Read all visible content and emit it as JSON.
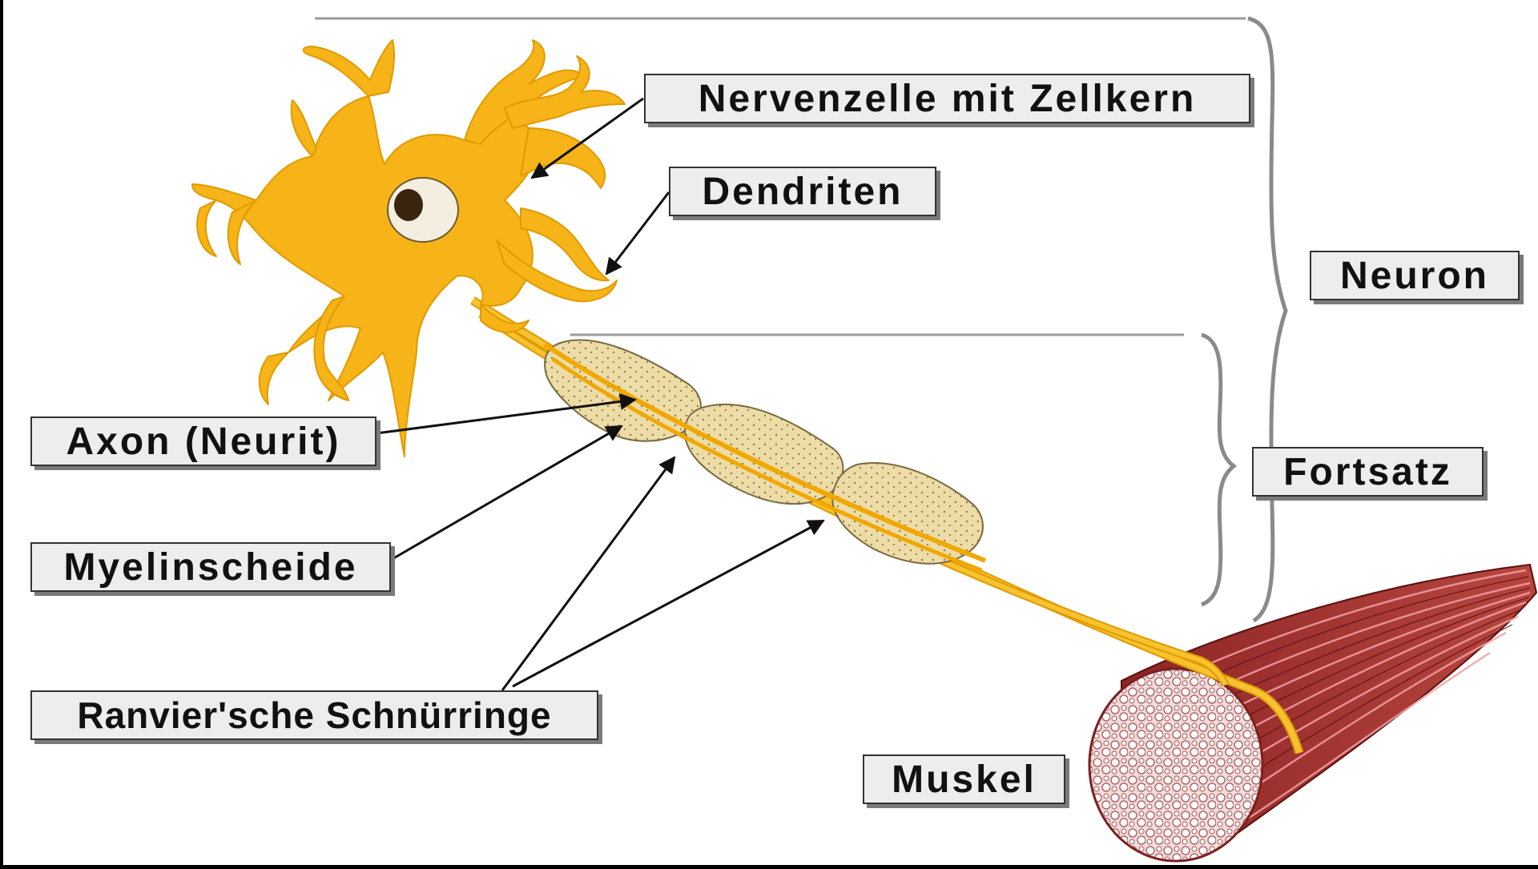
{
  "labels": {
    "nervenzelle": "Nervenzelle mit Zellkern",
    "dendriten": "Dendriten",
    "neuron": "Neuron",
    "axon": "Axon (Neurit)",
    "fortsatz": "Fortsatz",
    "myelinscheide": "Myelinscheide",
    "ranvier": "Ranvier'sche Schnürringe",
    "muskel": "Muskel"
  },
  "colors": {
    "neuron_fill": "#f7b418",
    "neuron_stroke": "#e09a00",
    "myelin_fill": "#eedca6",
    "muscle_fill": "#a8393a",
    "muscle_cross_section": "#e9c8c8",
    "label_bg": "#ededed"
  }
}
